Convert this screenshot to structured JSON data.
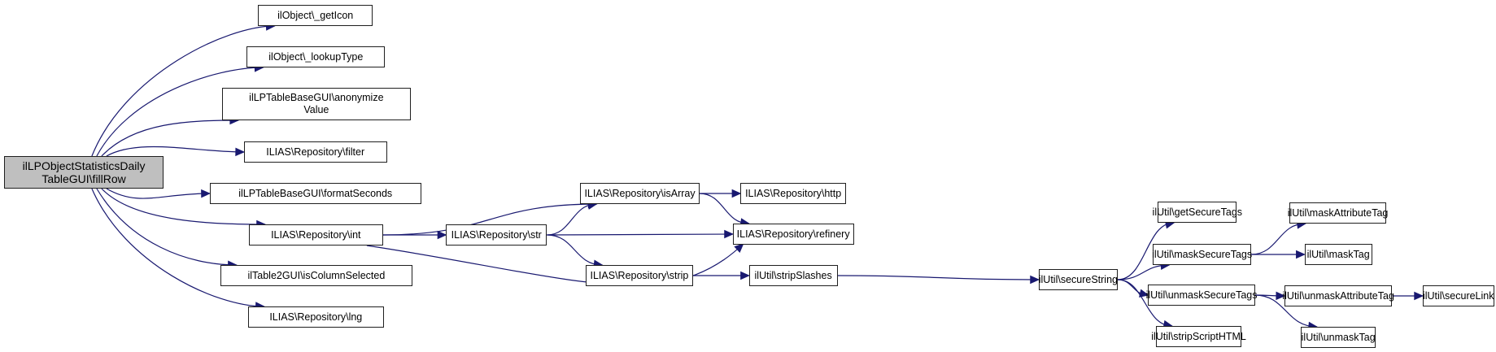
{
  "graph": {
    "type": "call-graph",
    "root": "fillRow",
    "colors": {
      "edge": "#191970",
      "root_fill": "#bfbfbf",
      "node_fill": "#ffffff",
      "border": "#1f1f1f"
    },
    "nodes": [
      {
        "id": "fillRow",
        "label": "ilLPObjectStatisticsDaily\nTableGUI\\fillRow",
        "root": true
      },
      {
        "id": "getIcon",
        "label": "ilObject\\_getIcon"
      },
      {
        "id": "lookupType",
        "label": "ilObject\\_lookupType"
      },
      {
        "id": "anonymizeValue",
        "label": "ilLPTableBaseGUI\\anonymize\nValue"
      },
      {
        "id": "filter",
        "label": "ILIAS\\Repository\\filter"
      },
      {
        "id": "formatSeconds",
        "label": "ilLPTableBaseGUI\\formatSeconds"
      },
      {
        "id": "int",
        "label": "ILIAS\\Repository\\int"
      },
      {
        "id": "isColumnSelected",
        "label": "ilTable2GUI\\isColumnSelected"
      },
      {
        "id": "lng",
        "label": "ILIAS\\Repository\\lng"
      },
      {
        "id": "str",
        "label": "ILIAS\\Repository\\str"
      },
      {
        "id": "isArray",
        "label": "ILIAS\\Repository\\isArray"
      },
      {
        "id": "strip",
        "label": "ILIAS\\Repository\\strip"
      },
      {
        "id": "http",
        "label": "ILIAS\\Repository\\http"
      },
      {
        "id": "refinery",
        "label": "ILIAS\\Repository\\refinery"
      },
      {
        "id": "stripSlashes",
        "label": "ilUtil\\stripSlashes"
      },
      {
        "id": "secureString",
        "label": "ilUtil\\secureString"
      },
      {
        "id": "getSecureTags",
        "label": "ilUtil\\getSecureTags"
      },
      {
        "id": "maskSecureTags",
        "label": "ilUtil\\maskSecureTags"
      },
      {
        "id": "unmaskSecureTags",
        "label": "ilUtil\\unmaskSecureTags"
      },
      {
        "id": "stripScriptHTML",
        "label": "ilUtil\\stripScriptHTML"
      },
      {
        "id": "maskAttributeTag",
        "label": "ilUtil\\maskAttributeTag"
      },
      {
        "id": "maskTag",
        "label": "ilUtil\\maskTag"
      },
      {
        "id": "unmaskAttributeTag",
        "label": "ilUtil\\unmaskAttributeTag"
      },
      {
        "id": "unmaskTag",
        "label": "ilUtil\\unmaskTag"
      },
      {
        "id": "secureLink",
        "label": "ilUtil\\secureLink"
      }
    ],
    "edges": [
      [
        "fillRow",
        "getIcon"
      ],
      [
        "fillRow",
        "lookupType"
      ],
      [
        "fillRow",
        "anonymizeValue"
      ],
      [
        "fillRow",
        "filter"
      ],
      [
        "fillRow",
        "formatSeconds"
      ],
      [
        "fillRow",
        "int"
      ],
      [
        "fillRow",
        "isColumnSelected"
      ],
      [
        "fillRow",
        "lng"
      ],
      [
        "int",
        "isArray"
      ],
      [
        "int",
        "str"
      ],
      [
        "int",
        "refinery"
      ],
      [
        "str",
        "isArray"
      ],
      [
        "str",
        "refinery"
      ],
      [
        "str",
        "strip"
      ],
      [
        "isArray",
        "http"
      ],
      [
        "isArray",
        "refinery"
      ],
      [
        "strip",
        "stripSlashes"
      ],
      [
        "stripSlashes",
        "secureString"
      ],
      [
        "secureString",
        "getSecureTags"
      ],
      [
        "secureString",
        "maskSecureTags"
      ],
      [
        "secureString",
        "unmaskSecureTags"
      ],
      [
        "secureString",
        "stripScriptHTML"
      ],
      [
        "maskSecureTags",
        "maskAttributeTag"
      ],
      [
        "maskSecureTags",
        "maskTag"
      ],
      [
        "unmaskSecureTags",
        "unmaskAttributeTag"
      ],
      [
        "unmaskSecureTags",
        "unmaskTag"
      ],
      [
        "unmaskAttributeTag",
        "secureLink"
      ]
    ]
  }
}
